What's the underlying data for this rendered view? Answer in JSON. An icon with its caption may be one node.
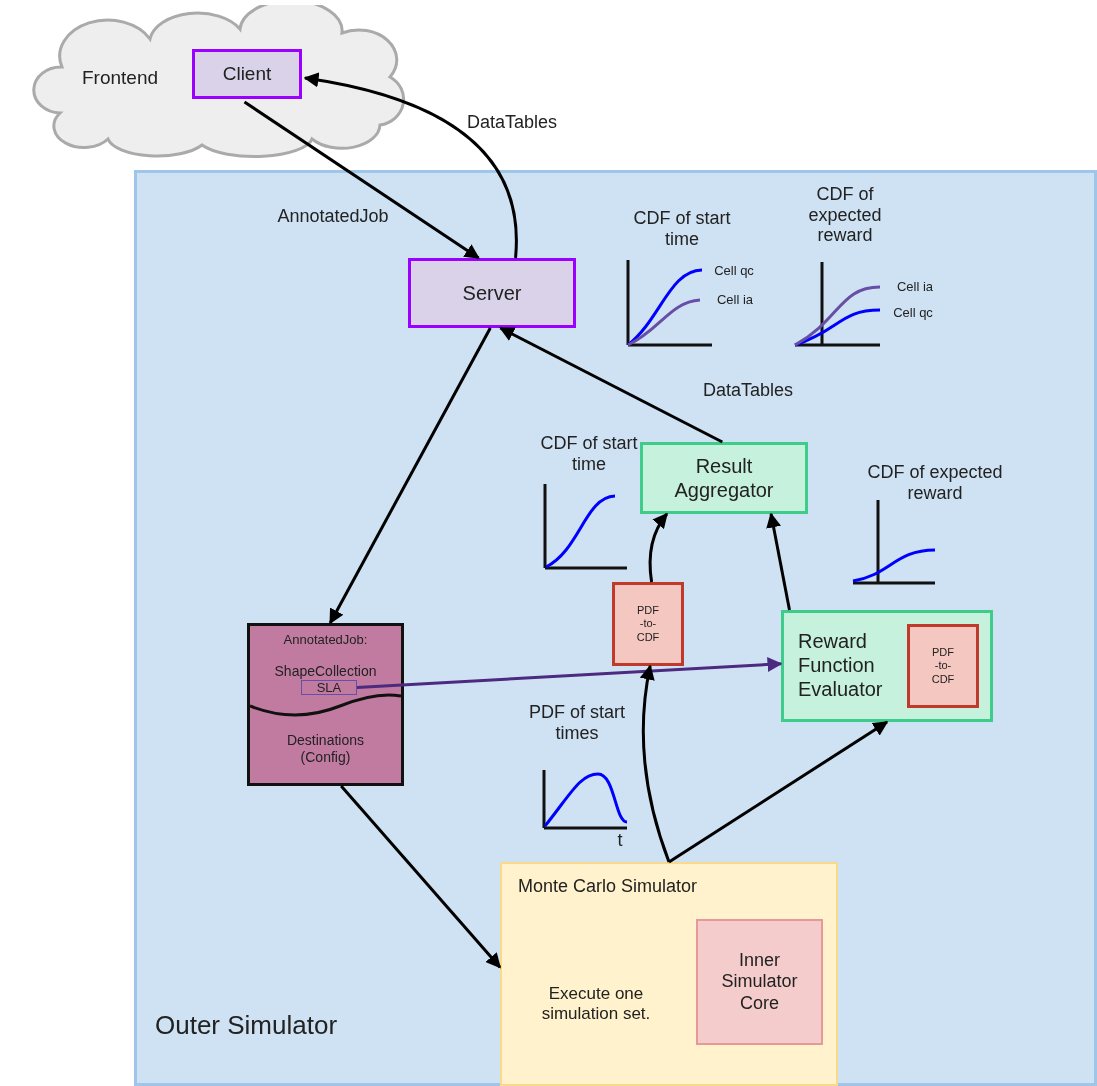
{
  "diagram": {
    "nodes": [
      {
        "text": [
          "Frontend"
        ]
      },
      {
        "text": [
          "Client"
        ],
        "in": 0
      },
      {
        "text": [
          "Outer Simulator"
        ]
      },
      {
        "text": [
          "Server"
        ],
        "in": 2
      },
      {
        "text": [
          "Result Aggregator"
        ],
        "in": 2
      },
      {
        "text": [
          "PDF -to- CDF"
        ],
        "in": 2
      },
      {
        "text": [
          "Reward Function Evaluator"
        ],
        "in": 2
      },
      {
        "text": [
          "PDF -to- CDF"
        ],
        "in": 6
      },
      {
        "text": [
          "AnnotatedJob:",
          "ShapeCollection",
          "Destinations (Config)"
        ],
        "in": 2
      },
      {
        "text": [
          "SLA"
        ],
        "in": 8
      },
      {
        "text": [
          "Monte Carlo Simulator",
          "Execute one simulation set."
        ],
        "in": 2
      },
      {
        "text": [
          "Inner Simulator Core"
        ],
        "in": 10
      }
    ],
    "edges": [
      {
        "from": 1,
        "to": 3,
        "arrow": "to",
        "label": "AnnotatedJob"
      },
      {
        "from": 3,
        "to": 1,
        "arrow": "to",
        "label": "DataTables"
      },
      {
        "from": 4,
        "to": 3,
        "arrow": "to",
        "label": "DataTables"
      },
      {
        "from": 3,
        "to": 8,
        "arrow": "to"
      },
      {
        "from": 5,
        "to": 4,
        "arrow": "to"
      },
      {
        "from": 6,
        "to": 4,
        "arrow": "to"
      },
      {
        "from": 9,
        "to": 6,
        "arrow": "to",
        "color": "#4b2a7f"
      },
      {
        "from": 10,
        "to": 5,
        "arrow": "to"
      },
      {
        "from": 10,
        "to": 6,
        "arrow": "to"
      },
      {
        "from": 8,
        "to": 10,
        "arrow": "to"
      }
    ],
    "labels": [
      "CDF of start time",
      "Cell qc",
      "Cell ia",
      "CDF of expected reward",
      "Cell ia",
      "Cell qc",
      "CDF of start time",
      "CDF of expected reward",
      "PDF of start times",
      "t"
    ]
  }
}
